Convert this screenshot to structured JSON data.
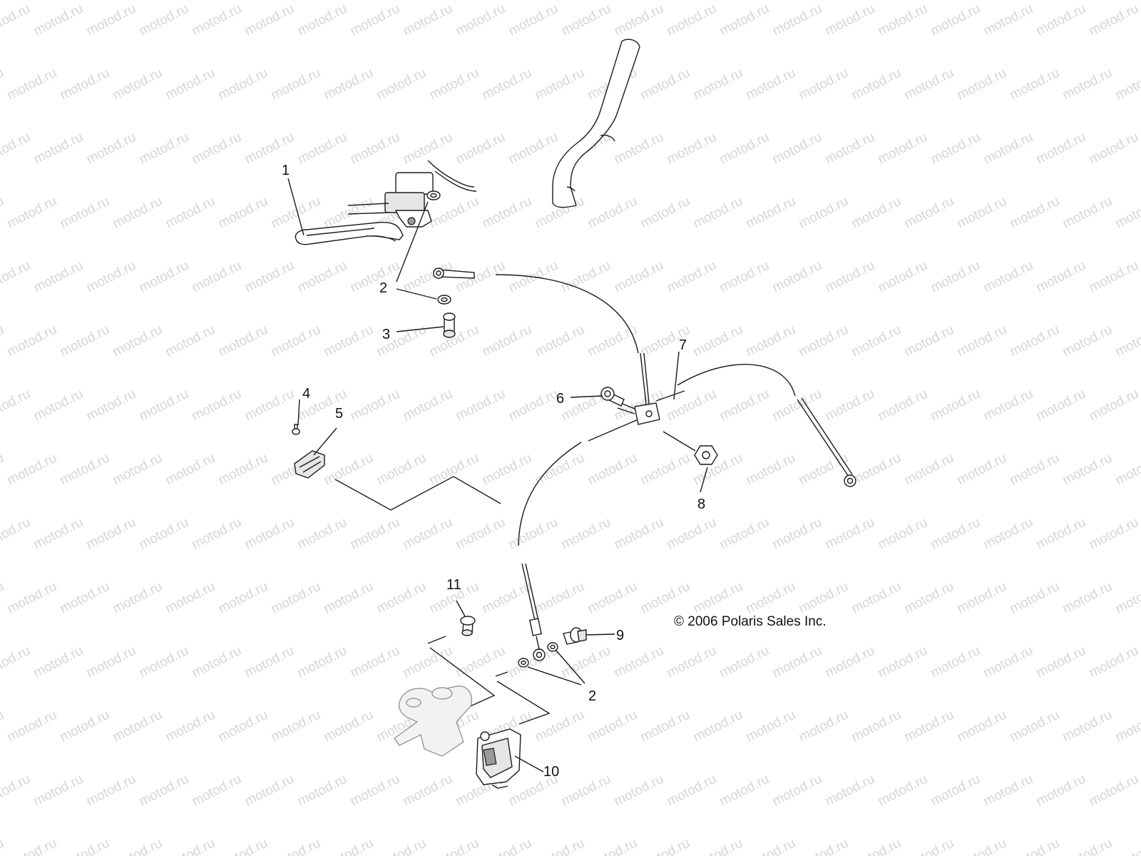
{
  "watermark": {
    "text": "motod.ru"
  },
  "copyright": "© 2006 Polaris Sales Inc.",
  "callouts": {
    "c1": "1",
    "c2a": "2",
    "c3": "3",
    "c4": "4",
    "c5": "5",
    "c6": "6",
    "c7": "7",
    "c8": "8",
    "c9": "9",
    "c10": "10",
    "c11": "11",
    "c2b": "2"
  }
}
